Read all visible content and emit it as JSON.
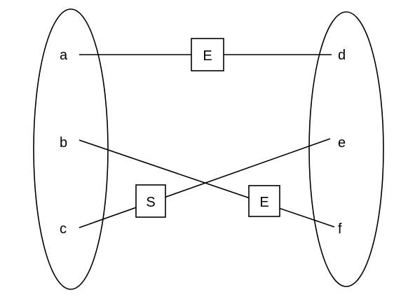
{
  "diagram": {
    "left_set": {
      "nodes": [
        {
          "id": "a",
          "label": "a"
        },
        {
          "id": "b",
          "label": "b"
        },
        {
          "id": "c",
          "label": "c"
        }
      ]
    },
    "right_set": {
      "nodes": [
        {
          "id": "d",
          "label": "d"
        },
        {
          "id": "e",
          "label": "e"
        },
        {
          "id": "f",
          "label": "f"
        }
      ]
    },
    "edges": [
      {
        "from": "a",
        "to": "d",
        "label": "E"
      },
      {
        "from": "b",
        "to": "f",
        "label": "E"
      },
      {
        "from": "c",
        "to": "e",
        "label": "S"
      }
    ]
  },
  "colors": {
    "background": "#ffffff",
    "stroke": "#000000"
  }
}
